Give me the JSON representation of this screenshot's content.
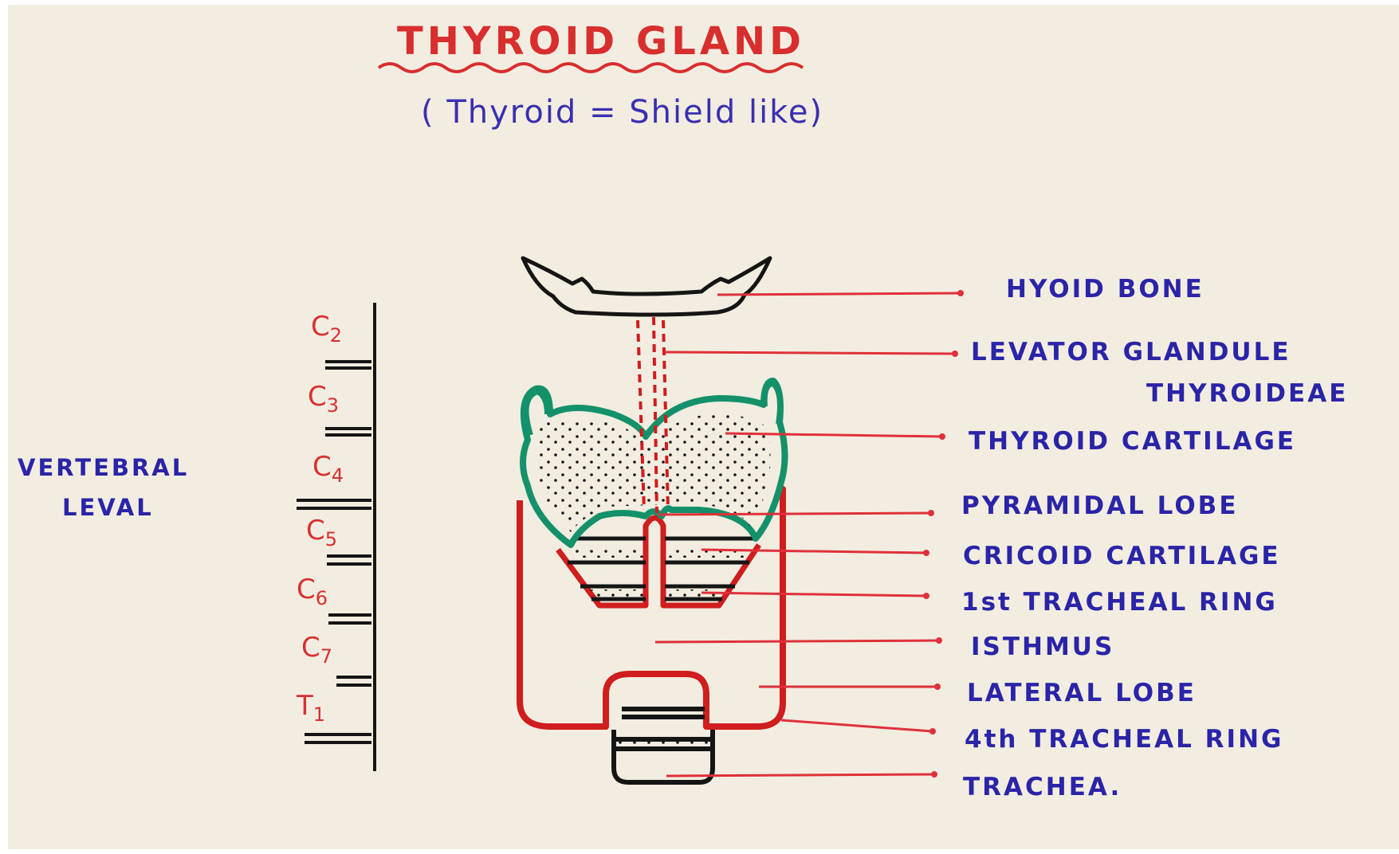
{
  "title": "THYROID GLAND",
  "subtitle": "( Thyroid = Shield like)",
  "vertebral_label": [
    "VERTEBRAL",
    "LEVAL"
  ],
  "vertebrae": [
    {
      "letter": "C",
      "num": "2"
    },
    {
      "letter": "C",
      "num": "3"
    },
    {
      "letter": "C",
      "num": "4"
    },
    {
      "letter": "C",
      "num": "5"
    },
    {
      "letter": "C",
      "num": "6"
    },
    {
      "letter": "C",
      "num": "7"
    },
    {
      "letter": "T",
      "num": "1"
    }
  ],
  "labels": [
    "HYOID BONE",
    "LEVATOR GLANDULE",
    "THYROIDEAE",
    "THYROID CARTILAGE",
    "PYRAMIDAL LOBE",
    "CRICOID CARTILAGE",
    "1st TRACHEAL RING",
    "ISTHMUS",
    "LATERAL LOBE",
    "4th TRACHEAL RING",
    "TRACHEA."
  ],
  "colors": {
    "paper": "#f2ede0",
    "title_red": "#d92e2e",
    "label_blue": "#2a24a8",
    "gland_red": "#d01d1d",
    "cartilage_green": "#14916a",
    "ink_black": "#151515",
    "leader_red": "#e0303a"
  }
}
